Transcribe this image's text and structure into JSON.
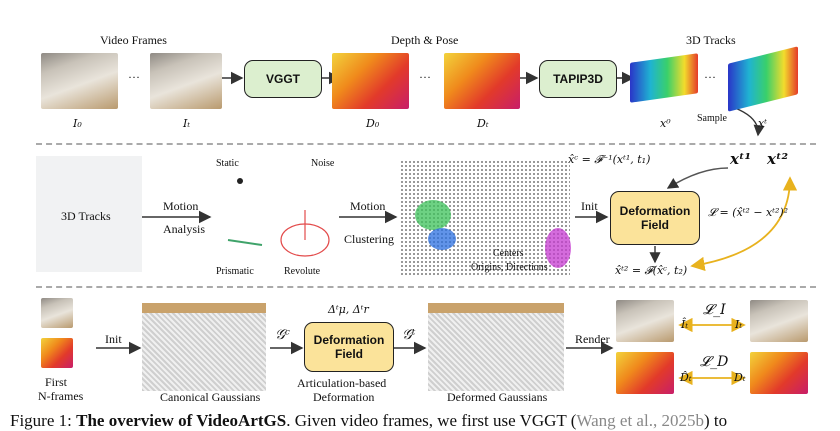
{
  "row1": {
    "video_frames": "Video Frames",
    "depth_pose": "Depth & Pose",
    "tracks_3d": "3D Tracks",
    "vggt": "VGGT",
    "tapip3d": "TAPIP3D",
    "sample": "Sample",
    "ellipsis": "···",
    "i0": "I₀",
    "it": "Iₜ",
    "d0": "D₀",
    "dt": "Dₜ",
    "x0": "x⁰",
    "xt": "xᵗ"
  },
  "row2": {
    "tracks_3d": "3D Tracks",
    "motion": "Motion",
    "analysis": "Analysis",
    "static": "Static",
    "noise": "Noise",
    "prismatic": "Prismatic",
    "revolute": "Revolute",
    "motion2": "Motion",
    "clustering": "Clustering",
    "centers": "Centers",
    "origins": "Origins, Directions",
    "init": "Init",
    "deformation": "Deformation",
    "field": "Field",
    "eq_top": "x̂ᶜ = 𝓕⁻¹(xᵗ¹, t₁)",
    "xt1": "xᵗ¹",
    "xt2": "xᵗ²",
    "loss": "𝓛 = (x̂ᵗ² − xᵗ²)²",
    "eq_bottom": "x̂ᵗ² = 𝓕(x̂ᶜ, t₂)"
  },
  "row3": {
    "first": "First",
    "nframes": "N-frames",
    "init": "Init",
    "canonical": "Canonical Gaussians",
    "gc": "𝒢ᶜ",
    "delta": "Δᵗμ, Δᵗr",
    "deformation": "Deformation",
    "field": "Field",
    "artic1": "Articulation-based",
    "artic2": "Deformation",
    "gt": "𝒢ᵗ",
    "deformed": "Deformed Gaussians",
    "render": "Render",
    "ihat": "Îₜ",
    "it": "Iₜ",
    "li": "𝓛_I",
    "dhat": "D̂ₜ",
    "dt": "Dₜ",
    "ld": "𝓛_D"
  },
  "caption": {
    "prefix": "Figure 1: ",
    "bold": "The overview of VideoArtGS",
    "text": ". Given video frames, we first use VGGT (",
    "cite": "Wang et al., 2025b",
    "tail": ") to"
  }
}
